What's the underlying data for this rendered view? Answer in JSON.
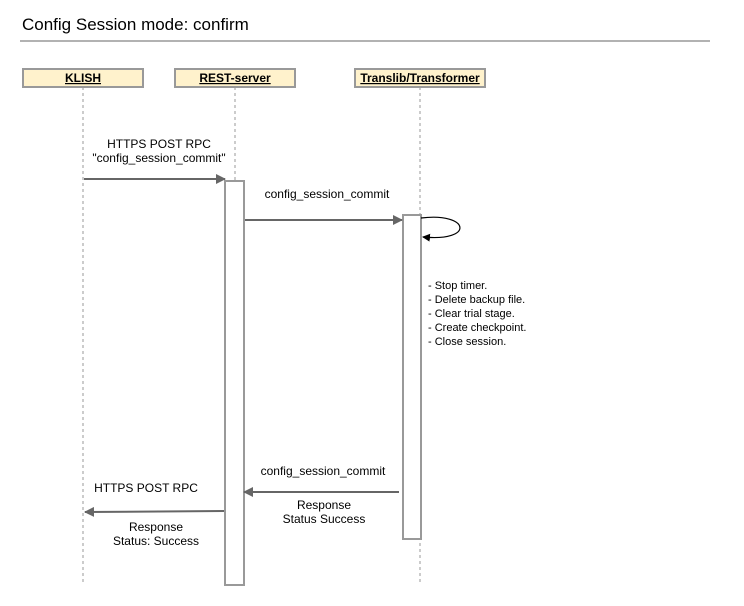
{
  "title": "Config Session mode: confirm",
  "actors": {
    "klish": "KLISH",
    "rest": "REST-server",
    "translib": "Translib/Transformer"
  },
  "messages": {
    "https_post_line1": "HTTPS POST RPC",
    "https_post_line2": "\"config_session_commit\"",
    "commit_request": "config_session_commit",
    "commit_reply": "config_session_commit",
    "reply_response_line1": "Response",
    "reply_response_line2": "Status Success",
    "https_post_reply": "HTTPS POST RPC",
    "final_response_line1": "Response",
    "final_response_line2": "Status: Success"
  },
  "steps": [
    "- Stop timer.",
    "- Delete backup file.",
    "- Clear trial stage.",
    "- Create checkpoint.",
    "- Close session."
  ],
  "colors": {
    "actor_fill": "#fff2cc",
    "actor_border": "#999999",
    "line": "#666666"
  }
}
